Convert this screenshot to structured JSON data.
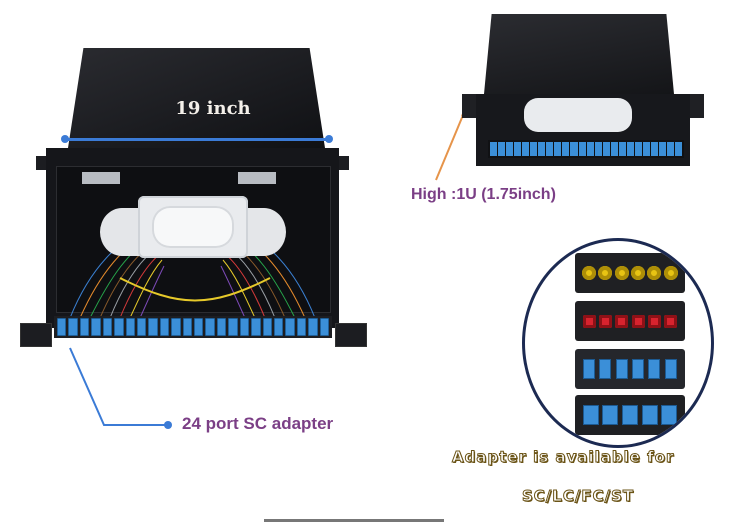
{
  "main_panel": {
    "width_label": "19 inch"
  },
  "callouts": {
    "ports": "24 port SC adapter",
    "height": "High :1U (1.75inch)"
  },
  "adapter_info": {
    "line1": "Adapter is available for",
    "line2": "SC/LC/FC/ST"
  },
  "colors": {
    "callout_text": "#7b3f86",
    "measure_line": "#3b7bd6",
    "callout_arrow": "#e6944a",
    "adapter_blue": "#3b8fd8",
    "fc_yellow": "#e8c413",
    "st_red": "#d8232e",
    "circle_border": "#1c2a52"
  }
}
